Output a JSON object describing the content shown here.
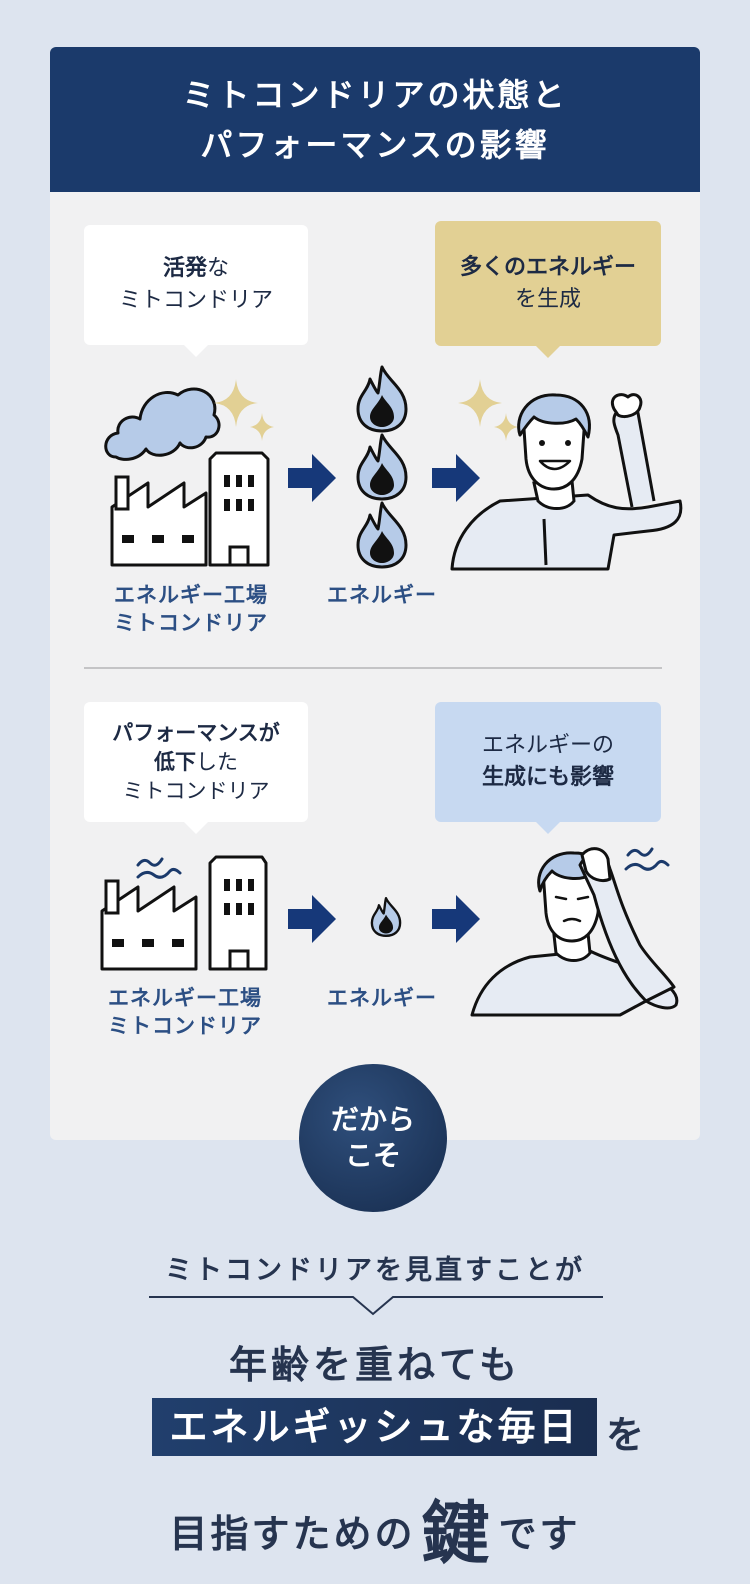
{
  "header": {
    "title_line1": "ミトコンドリアの状態と",
    "title_line2": "パフォーマンスの影響"
  },
  "top": {
    "bubble_left": {
      "bold": "活発",
      "rest": "な",
      "line2": "ミトコンドリア"
    },
    "bubble_right": {
      "line1": "多くのエネルギー",
      "line2": "を生成"
    },
    "factory_caption_line1": "エネルギー工場",
    "factory_caption_line2": "ミトコンドリア",
    "energy_caption": "エネルギー"
  },
  "bottom": {
    "bubble_left": {
      "line1": "パフォーマンスが",
      "line2_bold": "低下",
      "line2_rest": "した",
      "line3": "ミトコンドリア"
    },
    "bubble_right": {
      "line1": "エネルギーの",
      "line2": "生成にも影響"
    },
    "factory_caption_line1": "エネルギー工場",
    "factory_caption_line2": "ミトコンドリア",
    "energy_caption": "エネルギー"
  },
  "badge": {
    "line1": "だから",
    "line2": "こそ"
  },
  "conclusion": {
    "lead": "ミトコンドリアを見直すことが",
    "line1": "年齢を重ねても",
    "highlight": "エネルギッシュな毎日",
    "highlight_suffix": "を",
    "line3_pre": "目指すための",
    "line3_key": "鍵",
    "line3_post": "です"
  },
  "colors": {
    "header": "#1b3a6b",
    "card": "#f1f1f2",
    "page": "#dde4ef",
    "gold": "#e2d094",
    "light_blue": "#c7d9f1",
    "arrow": "#163879"
  },
  "icons": [
    "factory-icon",
    "smoke-cloud-icon",
    "sparkle-icon",
    "flame-icon",
    "arrow-right-icon",
    "happy-man-illustration",
    "troubled-man-illustration",
    "stress-squiggle-icon"
  ]
}
